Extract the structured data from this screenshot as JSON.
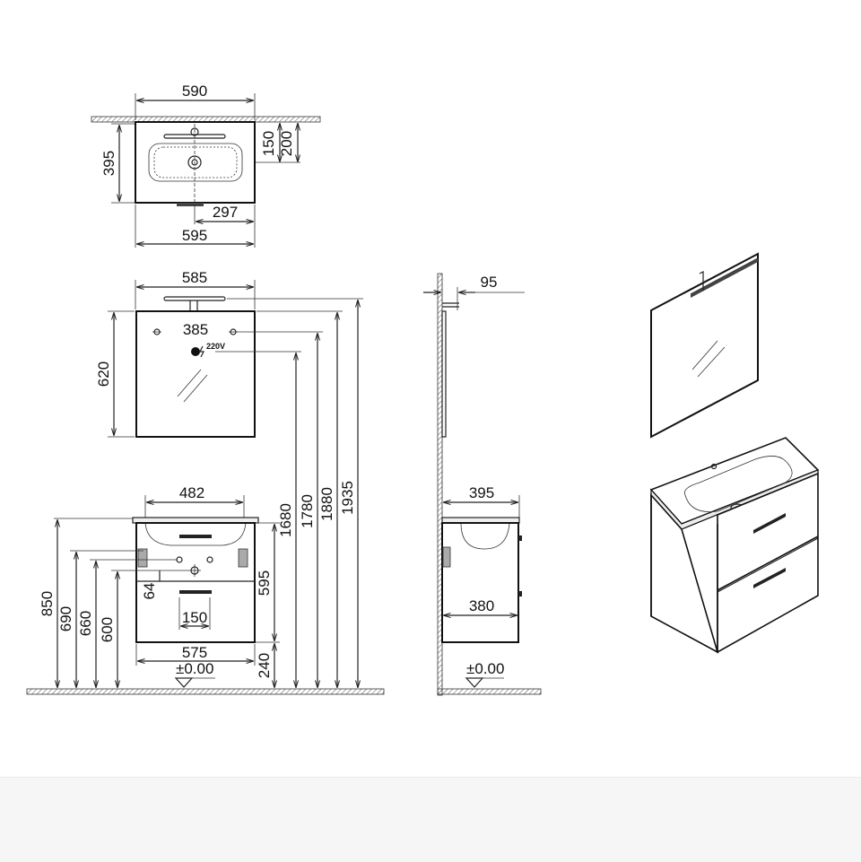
{
  "dimensions": {
    "top_view": {
      "width_top": "590",
      "depth": "395",
      "d150": "150",
      "d200": "200",
      "d297": "297",
      "width_bottom": "595"
    },
    "front_view": {
      "mirror_width": "585",
      "mirror_height": "620",
      "mirror_holes": "385",
      "voltage": "220V",
      "basin_width": "482",
      "h1680": "1680",
      "h1780": "1780",
      "h1880": "1880",
      "h1935": "1935",
      "h850": "850",
      "h690": "690",
      "h660": "660",
      "h600": "600",
      "h64": "64",
      "h595": "595",
      "handle_150": "150",
      "cabinet_575": "575",
      "h240": "240",
      "floor": "±0.00"
    },
    "side_view": {
      "mirror_offset": "95",
      "basin_depth": "395",
      "cabinet_depth": "380",
      "floor": "±0.00"
    }
  }
}
